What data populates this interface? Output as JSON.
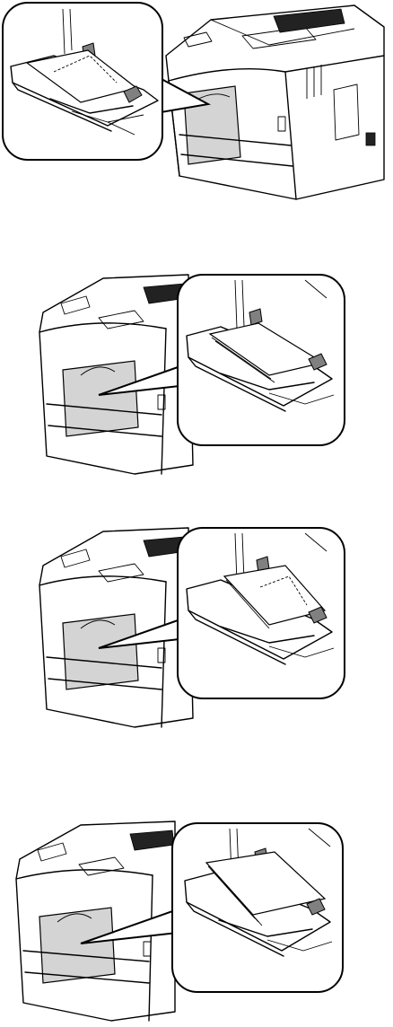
{
  "figure": {
    "steps": [
      {
        "id": 1,
        "envelope_orientation": "flap-up-open",
        "callout_side": "left"
      },
      {
        "id": 2,
        "envelope_orientation": "stack-flap-closed",
        "callout_side": "right"
      },
      {
        "id": 3,
        "envelope_orientation": "flap-open-dashed",
        "callout_side": "right"
      },
      {
        "id": 4,
        "envelope_orientation": "stack-flat",
        "callout_side": "right"
      }
    ],
    "icons": [
      "printer-icon",
      "bypass-tray-icon",
      "envelope-icon",
      "paper-guide-icon"
    ],
    "colors": {
      "line": "#000000",
      "tray_shade": "#d4d4d4",
      "guide": "#808080",
      "background": "#ffffff"
    }
  }
}
